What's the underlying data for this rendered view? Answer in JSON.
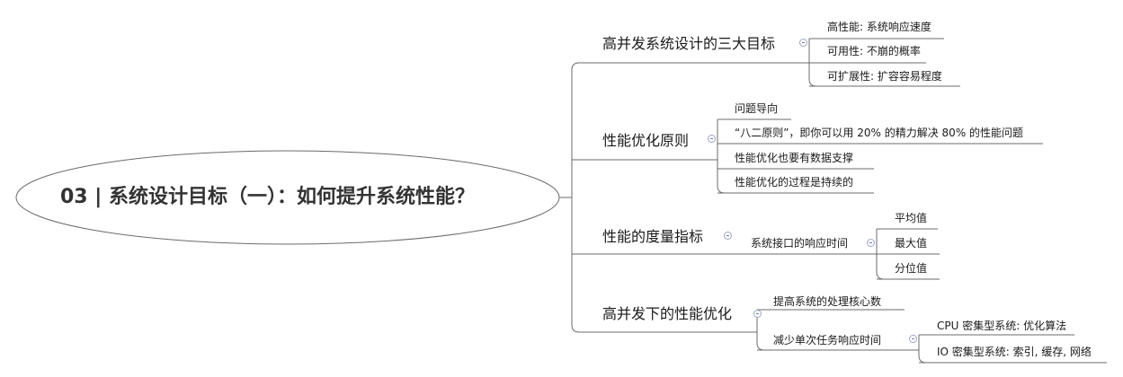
{
  "root": {
    "title": "03 | 系统设计目标（一）：如何提升系统性能？"
  },
  "branches": [
    {
      "label": "高并发系统设计的三大目标",
      "children": [
        {
          "label": "高性能: 系统响应速度"
        },
        {
          "label": "可用性: 不崩的概率"
        },
        {
          "label": "可扩展性: 扩容容易程度"
        }
      ]
    },
    {
      "label": "性能优化原则",
      "children": [
        {
          "label": "问题导向"
        },
        {
          "label": "“八二原则”，即你可以用 20% 的精力解决 80% 的性能问题"
        },
        {
          "label": "性能优化也要有数据支撑"
        },
        {
          "label": "性能优化的过程是持续的"
        }
      ]
    },
    {
      "label": "性能的度量指标",
      "children": [
        {
          "label": "系统接口的响应时间",
          "children": [
            {
              "label": "平均值"
            },
            {
              "label": "最大值"
            },
            {
              "label": "分位值"
            }
          ]
        }
      ]
    },
    {
      "label": "高并发下的性能优化",
      "children": [
        {
          "label": "提高系统的处理核心数"
        },
        {
          "label": "减少单次任务响应时间",
          "children": [
            {
              "label": "CPU 密集型系统: 优化算法"
            },
            {
              "label": "IO 密集型系统: 索引, 缓存, 网络"
            }
          ]
        }
      ]
    }
  ]
}
